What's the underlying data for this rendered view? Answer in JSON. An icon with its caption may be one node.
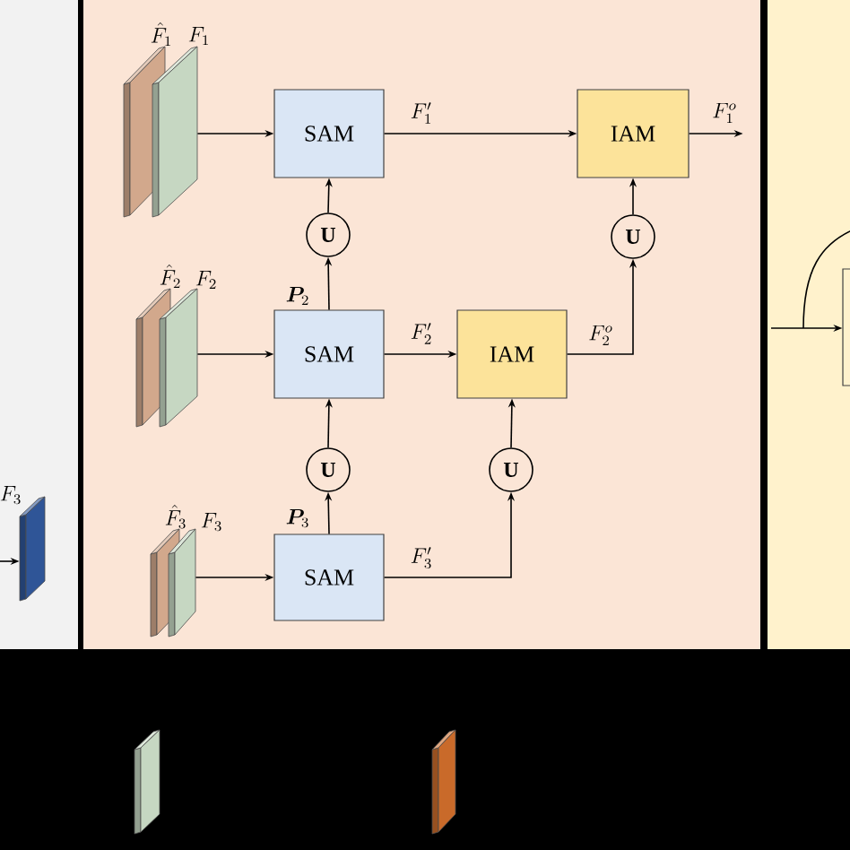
{
  "diagram": {
    "nodes": [
      {
        "text": [],
        "shape": "bar",
        "beside": [
          "\\hat{F}_1"
        ]
      },
      {
        "text": [],
        "shape": "bar",
        "beside": [
          "F_1"
        ]
      },
      {
        "text": [
          "SAM"
        ]
      },
      {
        "text": [
          "IAM"
        ]
      },
      {
        "text": [
          "\\mathbf{U}"
        ]
      },
      {
        "text": [
          "\\mathbf{U}"
        ]
      },
      {
        "text": [],
        "shape": "bar",
        "beside": [
          "\\hat{F}_2"
        ]
      },
      {
        "text": [],
        "shape": "bar",
        "beside": [
          "F_2"
        ]
      },
      {
        "text": [
          "SAM"
        ],
        "beside": [
          "\\boldsymbol{P}_2"
        ]
      },
      {
        "text": [
          "IAM"
        ]
      },
      {
        "text": [
          "\\mathbf{U}"
        ]
      },
      {
        "text": [
          "\\mathbf{U}"
        ]
      },
      {
        "text": [],
        "shape": "bar",
        "beside": [
          "\\hat{F}_3"
        ]
      },
      {
        "text": [],
        "shape": "bar",
        "beside": [
          "F_3"
        ]
      },
      {
        "text": [
          "SAM"
        ],
        "beside": [
          "\\boldsymbol{P}_3"
        ]
      },
      {
        "text": [],
        "shape": "bar",
        "beside": [
          "F_3"
        ]
      },
      {
        "text": [],
        "shape": "box"
      },
      {
        "text": [],
        "shape": "bar"
      },
      {
        "text": [],
        "shape": "bar"
      }
    ],
    "edges": [
      {
        "from": 1,
        "to": 2,
        "arrow": "to"
      },
      {
        "from": 2,
        "to": 3,
        "arrow": "to",
        "label": "F'_1"
      },
      {
        "from": 3,
        "to": null,
        "arrow": "to",
        "label": "F^o_1"
      },
      {
        "from": 4,
        "to": 2,
        "arrow": "to"
      },
      {
        "from": 8,
        "to": 4,
        "arrow": "to"
      },
      {
        "from": 5,
        "to": 3,
        "arrow": "to"
      },
      {
        "from": 9,
        "to": 5,
        "arrow": "to",
        "label": "F^o_2"
      },
      {
        "from": 7,
        "to": 8,
        "arrow": "to"
      },
      {
        "from": 8,
        "to": 9,
        "arrow": "to",
        "label": "F'_2"
      },
      {
        "from": 10,
        "to": 8,
        "arrow": "to"
      },
      {
        "from": 14,
        "to": 10,
        "arrow": "to"
      },
      {
        "from": 11,
        "to": 9,
        "arrow": "to"
      },
      {
        "from": 14,
        "to": 11,
        "arrow": "to",
        "label": "F'_3"
      },
      {
        "from": 13,
        "to": 14,
        "arrow": "to"
      },
      {
        "from": null,
        "to": 15,
        "arrow": "to"
      },
      {
        "from": null,
        "to": 16,
        "arrow": "to"
      }
    ]
  }
}
